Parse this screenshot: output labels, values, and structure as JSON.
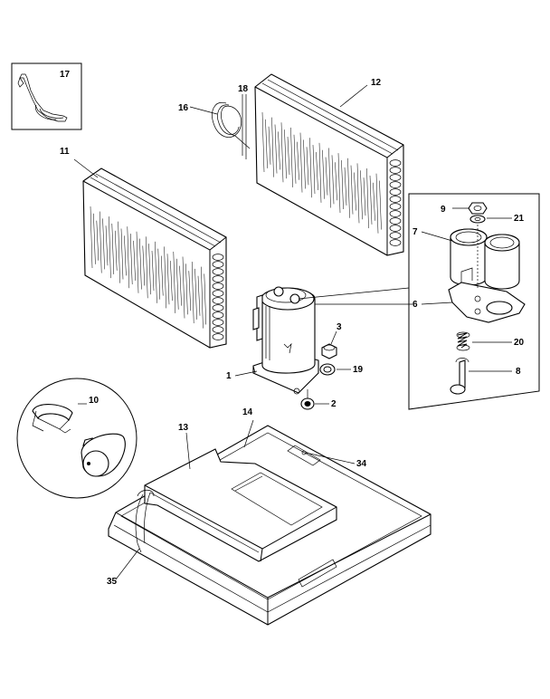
{
  "parts": {
    "p1": "1",
    "p2": "2",
    "p3": "3",
    "p6": "6",
    "p7": "7",
    "p8": "8",
    "p9": "9",
    "p10": "10",
    "p11": "11",
    "p12": "12",
    "p13": "13",
    "p14": "14",
    "p16": "16",
    "p17": "17",
    "p18": "18",
    "p19": "19",
    "p20": "20",
    "p21": "21",
    "p34": "34",
    "p35": "35"
  }
}
